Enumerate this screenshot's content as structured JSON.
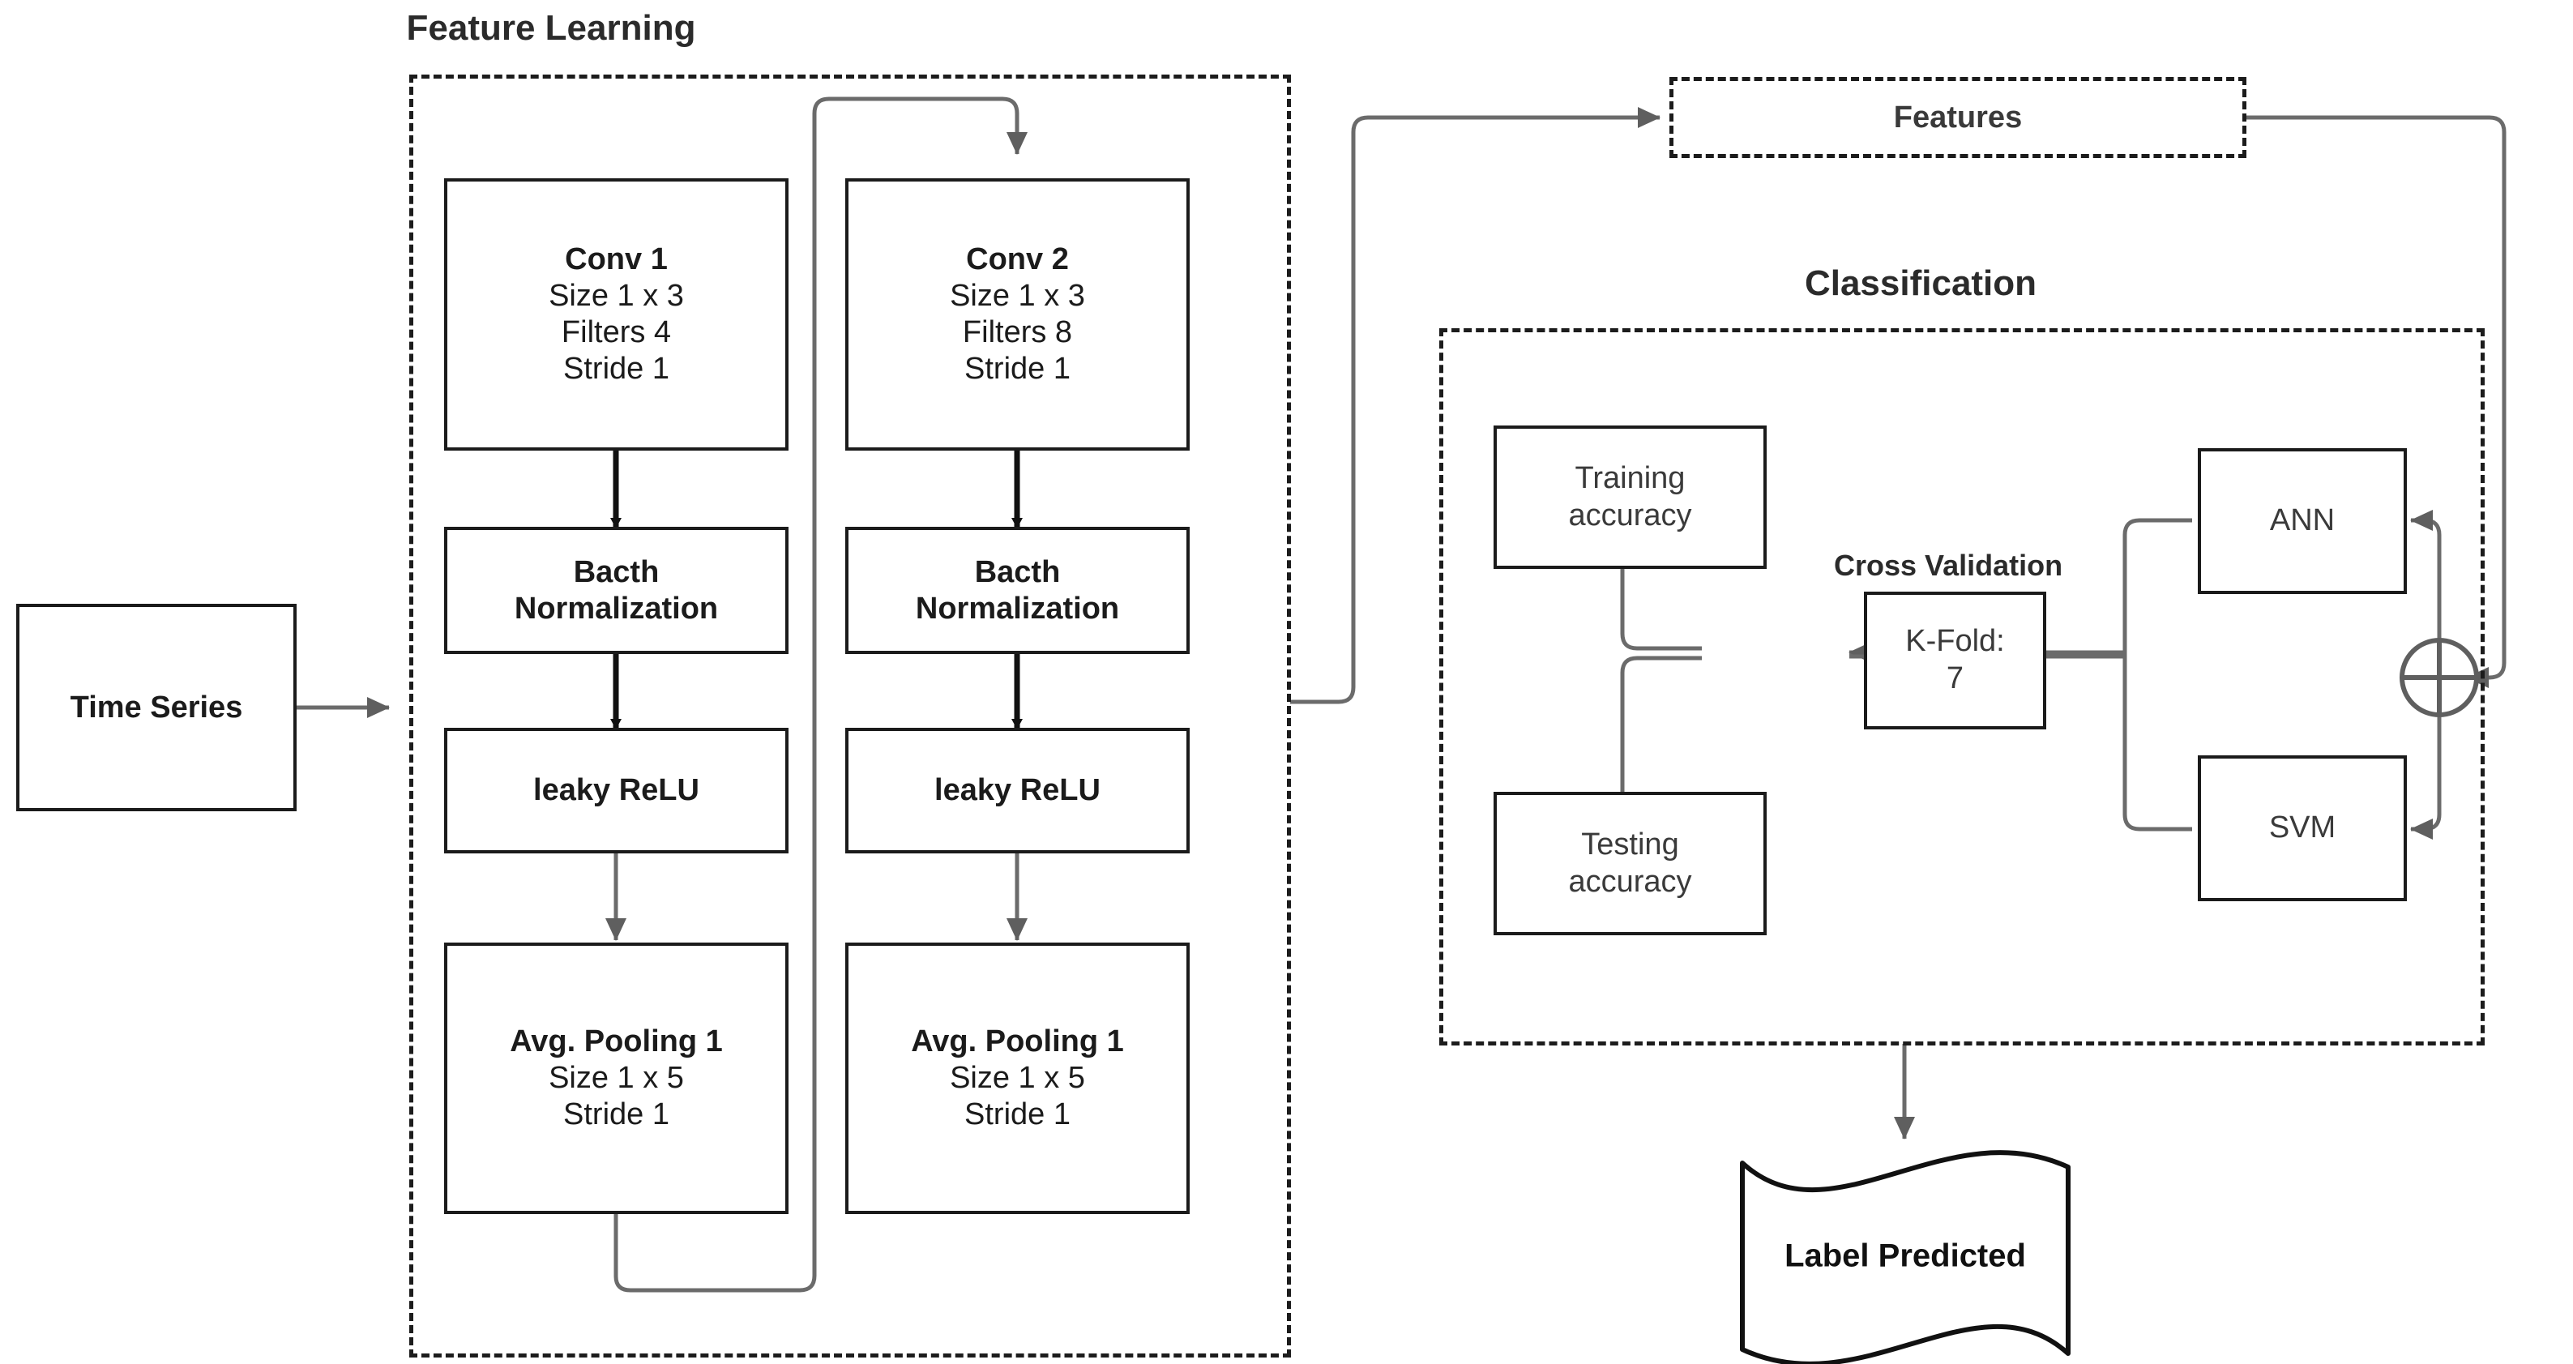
{
  "diagram": {
    "title_feature_learning": "Feature Learning",
    "title_classification": "Classification",
    "cross_validation_label": "Cross Validation"
  },
  "input": {
    "time_series": "Time Series"
  },
  "feature_learning": {
    "branch1": {
      "conv": {
        "name": "Conv 1",
        "size": "Size 1 x 3",
        "filters": "Filters 4",
        "stride": "Stride 1"
      },
      "batchnorm": {
        "line1": "Bacth",
        "line2": "Normalization"
      },
      "activation": "leaky ReLU",
      "pooling": {
        "name": "Avg. Pooling 1",
        "size": "Size 1 x 5",
        "stride": "Stride 1"
      }
    },
    "branch2": {
      "conv": {
        "name": "Conv 2",
        "size": "Size 1 x 3",
        "filters": "Filters 8",
        "stride": "Stride 1"
      },
      "batchnorm": {
        "line1": "Bacth",
        "line2": "Normalization"
      },
      "activation": "leaky ReLU",
      "pooling": {
        "name": "Avg. Pooling 1",
        "size": "Size 1 x 5",
        "stride": "Stride 1"
      }
    }
  },
  "features": {
    "label": "Features"
  },
  "classification": {
    "training_accuracy": {
      "line1": "Training",
      "line2": "accuracy"
    },
    "testing_accuracy": {
      "line1": "Testing",
      "line2": "accuracy"
    },
    "kfold": {
      "line1": "K-Fold:",
      "line2": "7"
    },
    "ann": "ANN",
    "svm": "SVM",
    "combine_icon": "circle-plus-icon"
  },
  "output": {
    "label_predicted": "Label Predicted"
  },
  "colors": {
    "stroke_dark": "#1b1b1b",
    "stroke_gray": "#6b6b6b",
    "text_dark": "#2b2b2b",
    "text_gray": "#3a3a3a",
    "background": "#ffffff"
  }
}
